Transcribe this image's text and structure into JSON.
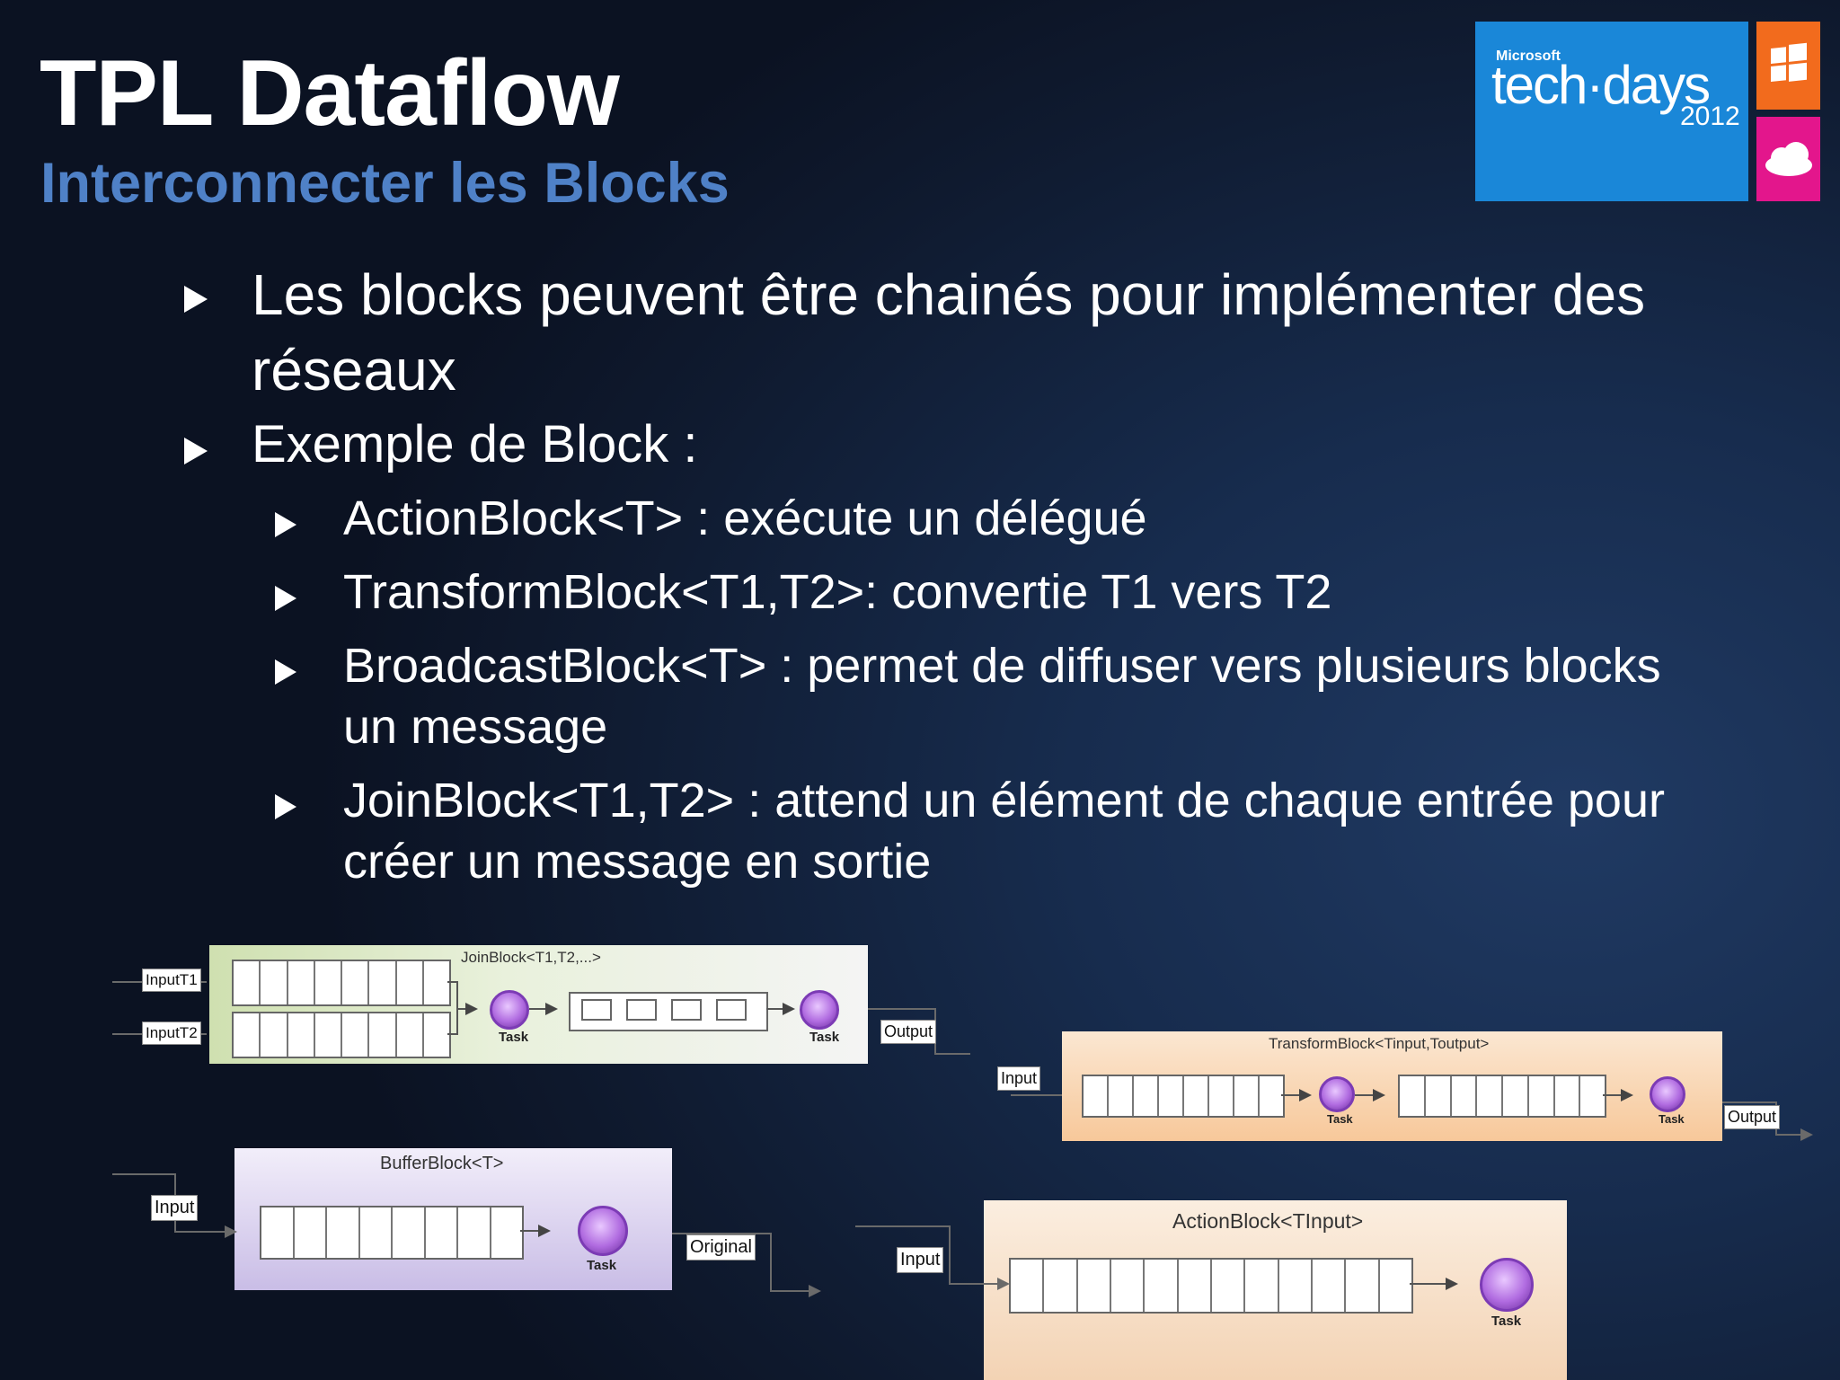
{
  "slide": {
    "title": "TPL Dataflow",
    "subtitle": "Interconnecter les Blocks"
  },
  "logo": {
    "brand": "Microsoft",
    "name": "tech·days",
    "year": "2012",
    "colors": {
      "blue": "#1a87d8",
      "orange": "#f26b1d",
      "pink": "#e3168c"
    }
  },
  "bullets": [
    {
      "level": 1,
      "lines": [
        "Les blocks peuvent être chainés pour implémenter des",
        "réseaux"
      ]
    },
    {
      "level": 1,
      "lines": [
        "Exemple de Block :"
      ]
    },
    {
      "level": 2,
      "lines": [
        "ActionBlock<T> : exécute un délégué"
      ]
    },
    {
      "level": 2,
      "lines": [
        "TransformBlock<T1,T2>: convertie T1 vers T2"
      ]
    },
    {
      "level": 2,
      "lines": [
        "BroadcastBlock<T> : permet de diffuser vers plusieurs blocks",
        "un message"
      ]
    },
    {
      "level": 2,
      "lines": [
        "JoinBlock<T1,T2> : attend un élément de chaque entrée pour",
        "créer un message en sortie"
      ]
    }
  ],
  "diagram": {
    "join": {
      "title": "JoinBlock<T1,T2,...>",
      "in1": "InputT1",
      "in2": "InputT2",
      "out": "Output",
      "task": "Task",
      "task2": "Task"
    },
    "transform": {
      "title": "TransformBlock<Tinput,Toutput>",
      "in": "Input",
      "out": "Output",
      "task": "Task",
      "task2": "Task"
    },
    "buffer": {
      "title": "BufferBlock<T>",
      "in": "Input",
      "out": "Original",
      "task": "Task"
    },
    "action": {
      "title": "ActionBlock<TInput>",
      "in": "Input",
      "task": "Task"
    }
  },
  "colors": {
    "title": "#ffffff",
    "subtitle": "#4f81c7"
  }
}
